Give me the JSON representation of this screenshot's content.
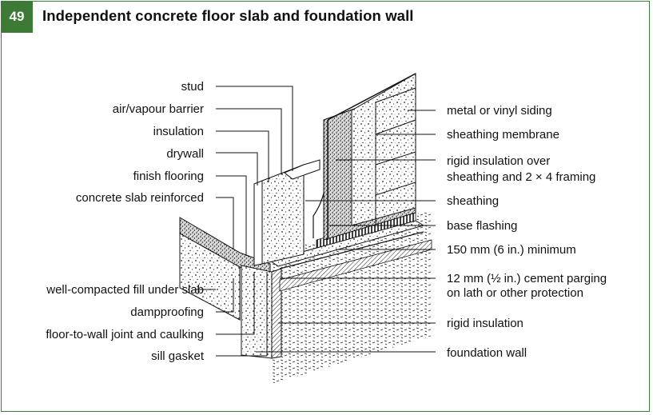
{
  "figure": {
    "number": "49",
    "title": "Independent concrete floor slab and foundation wall"
  },
  "labels_left": [
    {
      "key": "stud",
      "text": "stud"
    },
    {
      "key": "air_vapour_barrier",
      "text": "air/vapour barrier"
    },
    {
      "key": "insulation",
      "text": "insulation"
    },
    {
      "key": "drywall",
      "text": "drywall"
    },
    {
      "key": "finish_flooring",
      "text": "finish flooring"
    },
    {
      "key": "concrete_slab",
      "text": "concrete slab reinforced"
    },
    {
      "key": "fill",
      "text": "well-compacted fill under slab"
    },
    {
      "key": "dampproofing",
      "text": "dampproofing"
    },
    {
      "key": "joint",
      "text": "floor-to-wall joint and caulking"
    },
    {
      "key": "sill_gasket",
      "text": "sill gasket"
    }
  ],
  "labels_right": [
    {
      "key": "siding",
      "text": "metal or vinyl siding"
    },
    {
      "key": "sheathing_membrane",
      "text": "sheathing membrane"
    },
    {
      "key": "rigid_over_1",
      "text": "rigid insulation over"
    },
    {
      "key": "rigid_over_2",
      "text": "sheathing and 2 × 4 framing"
    },
    {
      "key": "sheathing",
      "text": "sheathing"
    },
    {
      "key": "base_flashing",
      "text": "base flashing"
    },
    {
      "key": "minimum",
      "text": "150 mm (6 in.) minimum"
    },
    {
      "key": "parging_1",
      "text": "12 mm (½ in.) cement parging"
    },
    {
      "key": "parging_2",
      "text": "on lath or other protection"
    },
    {
      "key": "rigid_insulation",
      "text": "rigid insulation"
    },
    {
      "key": "foundation_wall",
      "text": "foundation wall"
    }
  ],
  "colors": {
    "accent": "#3d7a35",
    "ink": "#111111"
  }
}
